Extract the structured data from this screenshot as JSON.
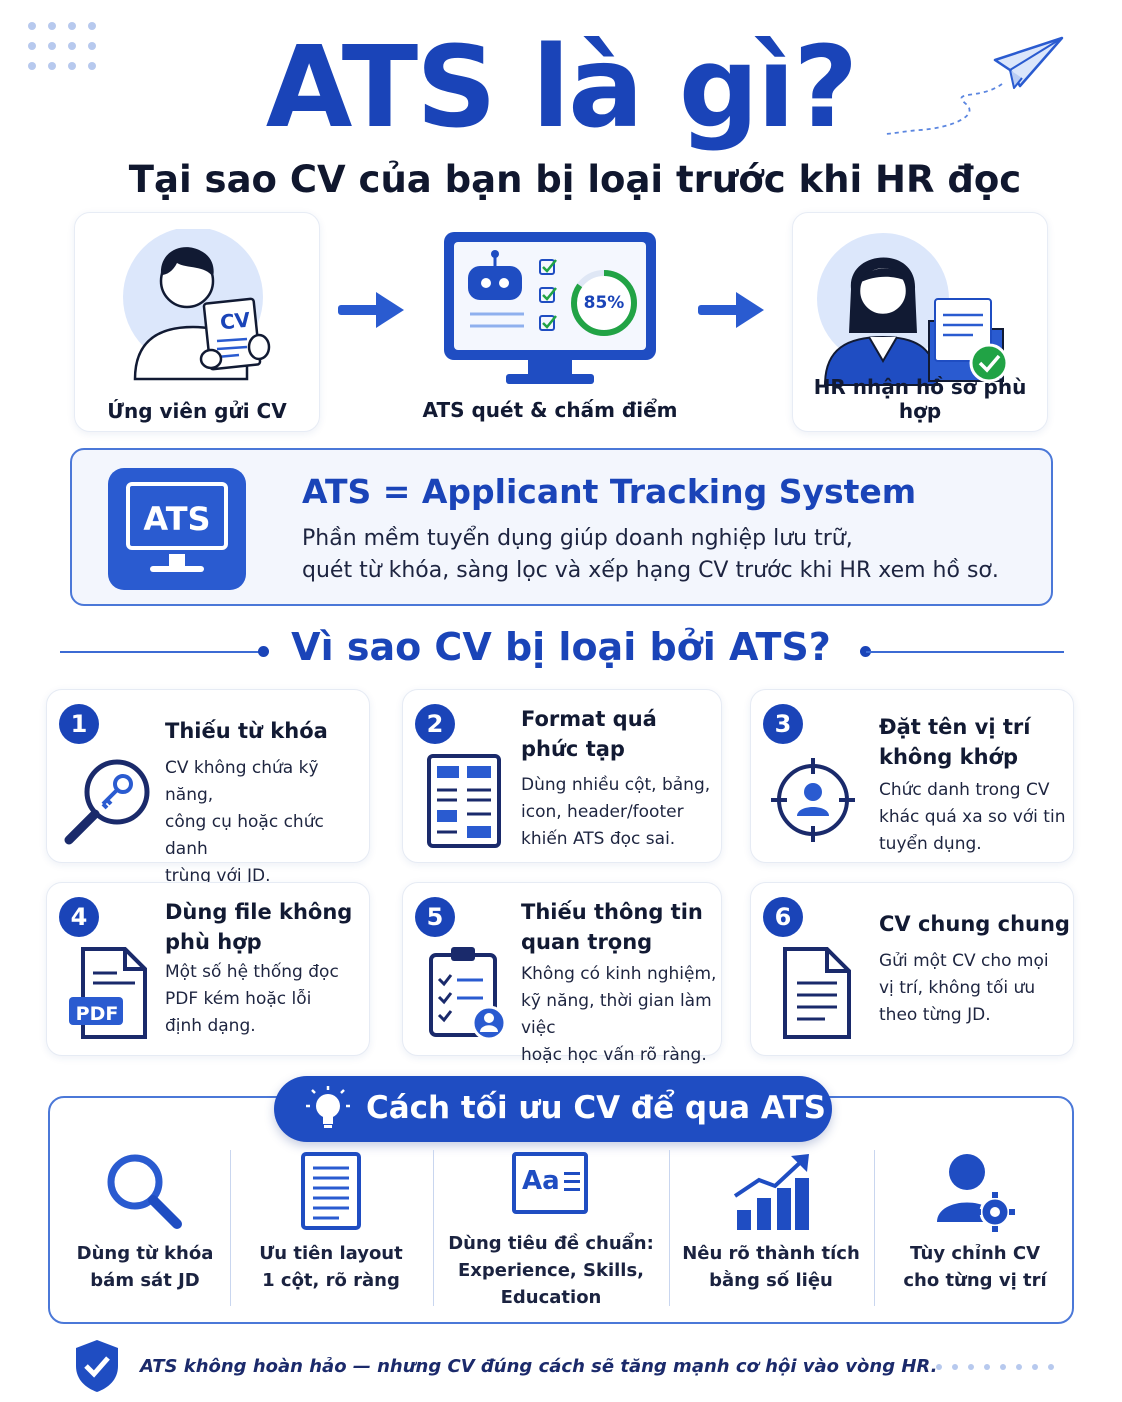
{
  "header": {
    "title": "ATS là gì?",
    "subtitle": "Tại sao CV của bạn bị loại trước khi HR đọc"
  },
  "flow": {
    "steps": [
      {
        "caption": "Ứng viên gửi CV",
        "document_label": "CV"
      },
      {
        "caption": "ATS quét & chấm điểm",
        "score": "85%"
      },
      {
        "caption": "HR nhận hồ sơ phù hợp"
      }
    ]
  },
  "definition": {
    "icon_label": "ATS",
    "heading": "ATS = Applicant Tracking System",
    "desc_line1": "Phần mềm tuyển dụng giúp doanh nghiệp lưu trữ,",
    "desc_line2": "quét từ khóa, sàng lọc và xếp hạng CV trước khi HR xem hồ sơ."
  },
  "reasons": {
    "heading": "Vì sao CV bị loại bởi ATS?",
    "items": [
      {
        "number": "1",
        "title": "Thiếu từ khóa",
        "desc": [
          "CV không chứa kỹ năng,",
          "công cụ hoặc chức danh",
          "trùng với JD."
        ]
      },
      {
        "number": "2",
        "title_lines": [
          "Format quá",
          "phức tạp"
        ],
        "desc": [
          "Dùng nhiều cột, bảng,",
          "icon, header/footer",
          "khiến ATS đọc sai."
        ]
      },
      {
        "number": "3",
        "title_lines": [
          "Đặt tên vị trí",
          "không khớp"
        ],
        "desc": [
          "Chức danh trong CV",
          "khác quá xa so với tin",
          "tuyển dụng."
        ]
      },
      {
        "number": "4",
        "title_lines": [
          "Dùng file không",
          "phù hợp"
        ],
        "desc": [
          "Một số hệ thống đọc",
          "PDF kém hoặc lỗi",
          "định dạng."
        ],
        "icon_label": "PDF"
      },
      {
        "number": "5",
        "title_lines": [
          "Thiếu thông tin",
          "quan trọng"
        ],
        "desc": [
          "Không có kinh nghiệm,",
          "kỹ năng, thời gian làm việc",
          "hoặc học vấn rõ ràng."
        ]
      },
      {
        "number": "6",
        "title": "CV chung chung",
        "desc": [
          "Gửi một CV cho mọi",
          "vị trí, không tối ưu",
          "theo từng JD."
        ]
      }
    ]
  },
  "tips": {
    "heading": "Cách tối ưu CV để qua ATS",
    "items": [
      {
        "lines": [
          "Dùng từ khóa",
          "bám sát JD"
        ]
      },
      {
        "lines": [
          "Ưu tiên layout",
          "1 cột, rõ ràng"
        ]
      },
      {
        "lines": [
          "Dùng tiêu đề chuẩn:",
          "Experience, Skills,",
          "Education"
        ],
        "icon_label": "Aa"
      },
      {
        "lines": [
          "Nêu rõ thành tích",
          "bằng số liệu"
        ]
      },
      {
        "lines": [
          "Tùy chỉnh CV",
          "cho từng vị trí"
        ]
      }
    ]
  },
  "footer": {
    "note": "ATS không hoàn hảo — nhưng CV đúng cách sẽ tăng mạnh cơ hội vào vòng HR."
  },
  "colors": {
    "primary": "#1a44b8",
    "accent": "#2a5bd0",
    "success": "#21a345",
    "light_bg": "#f3f6fd"
  }
}
